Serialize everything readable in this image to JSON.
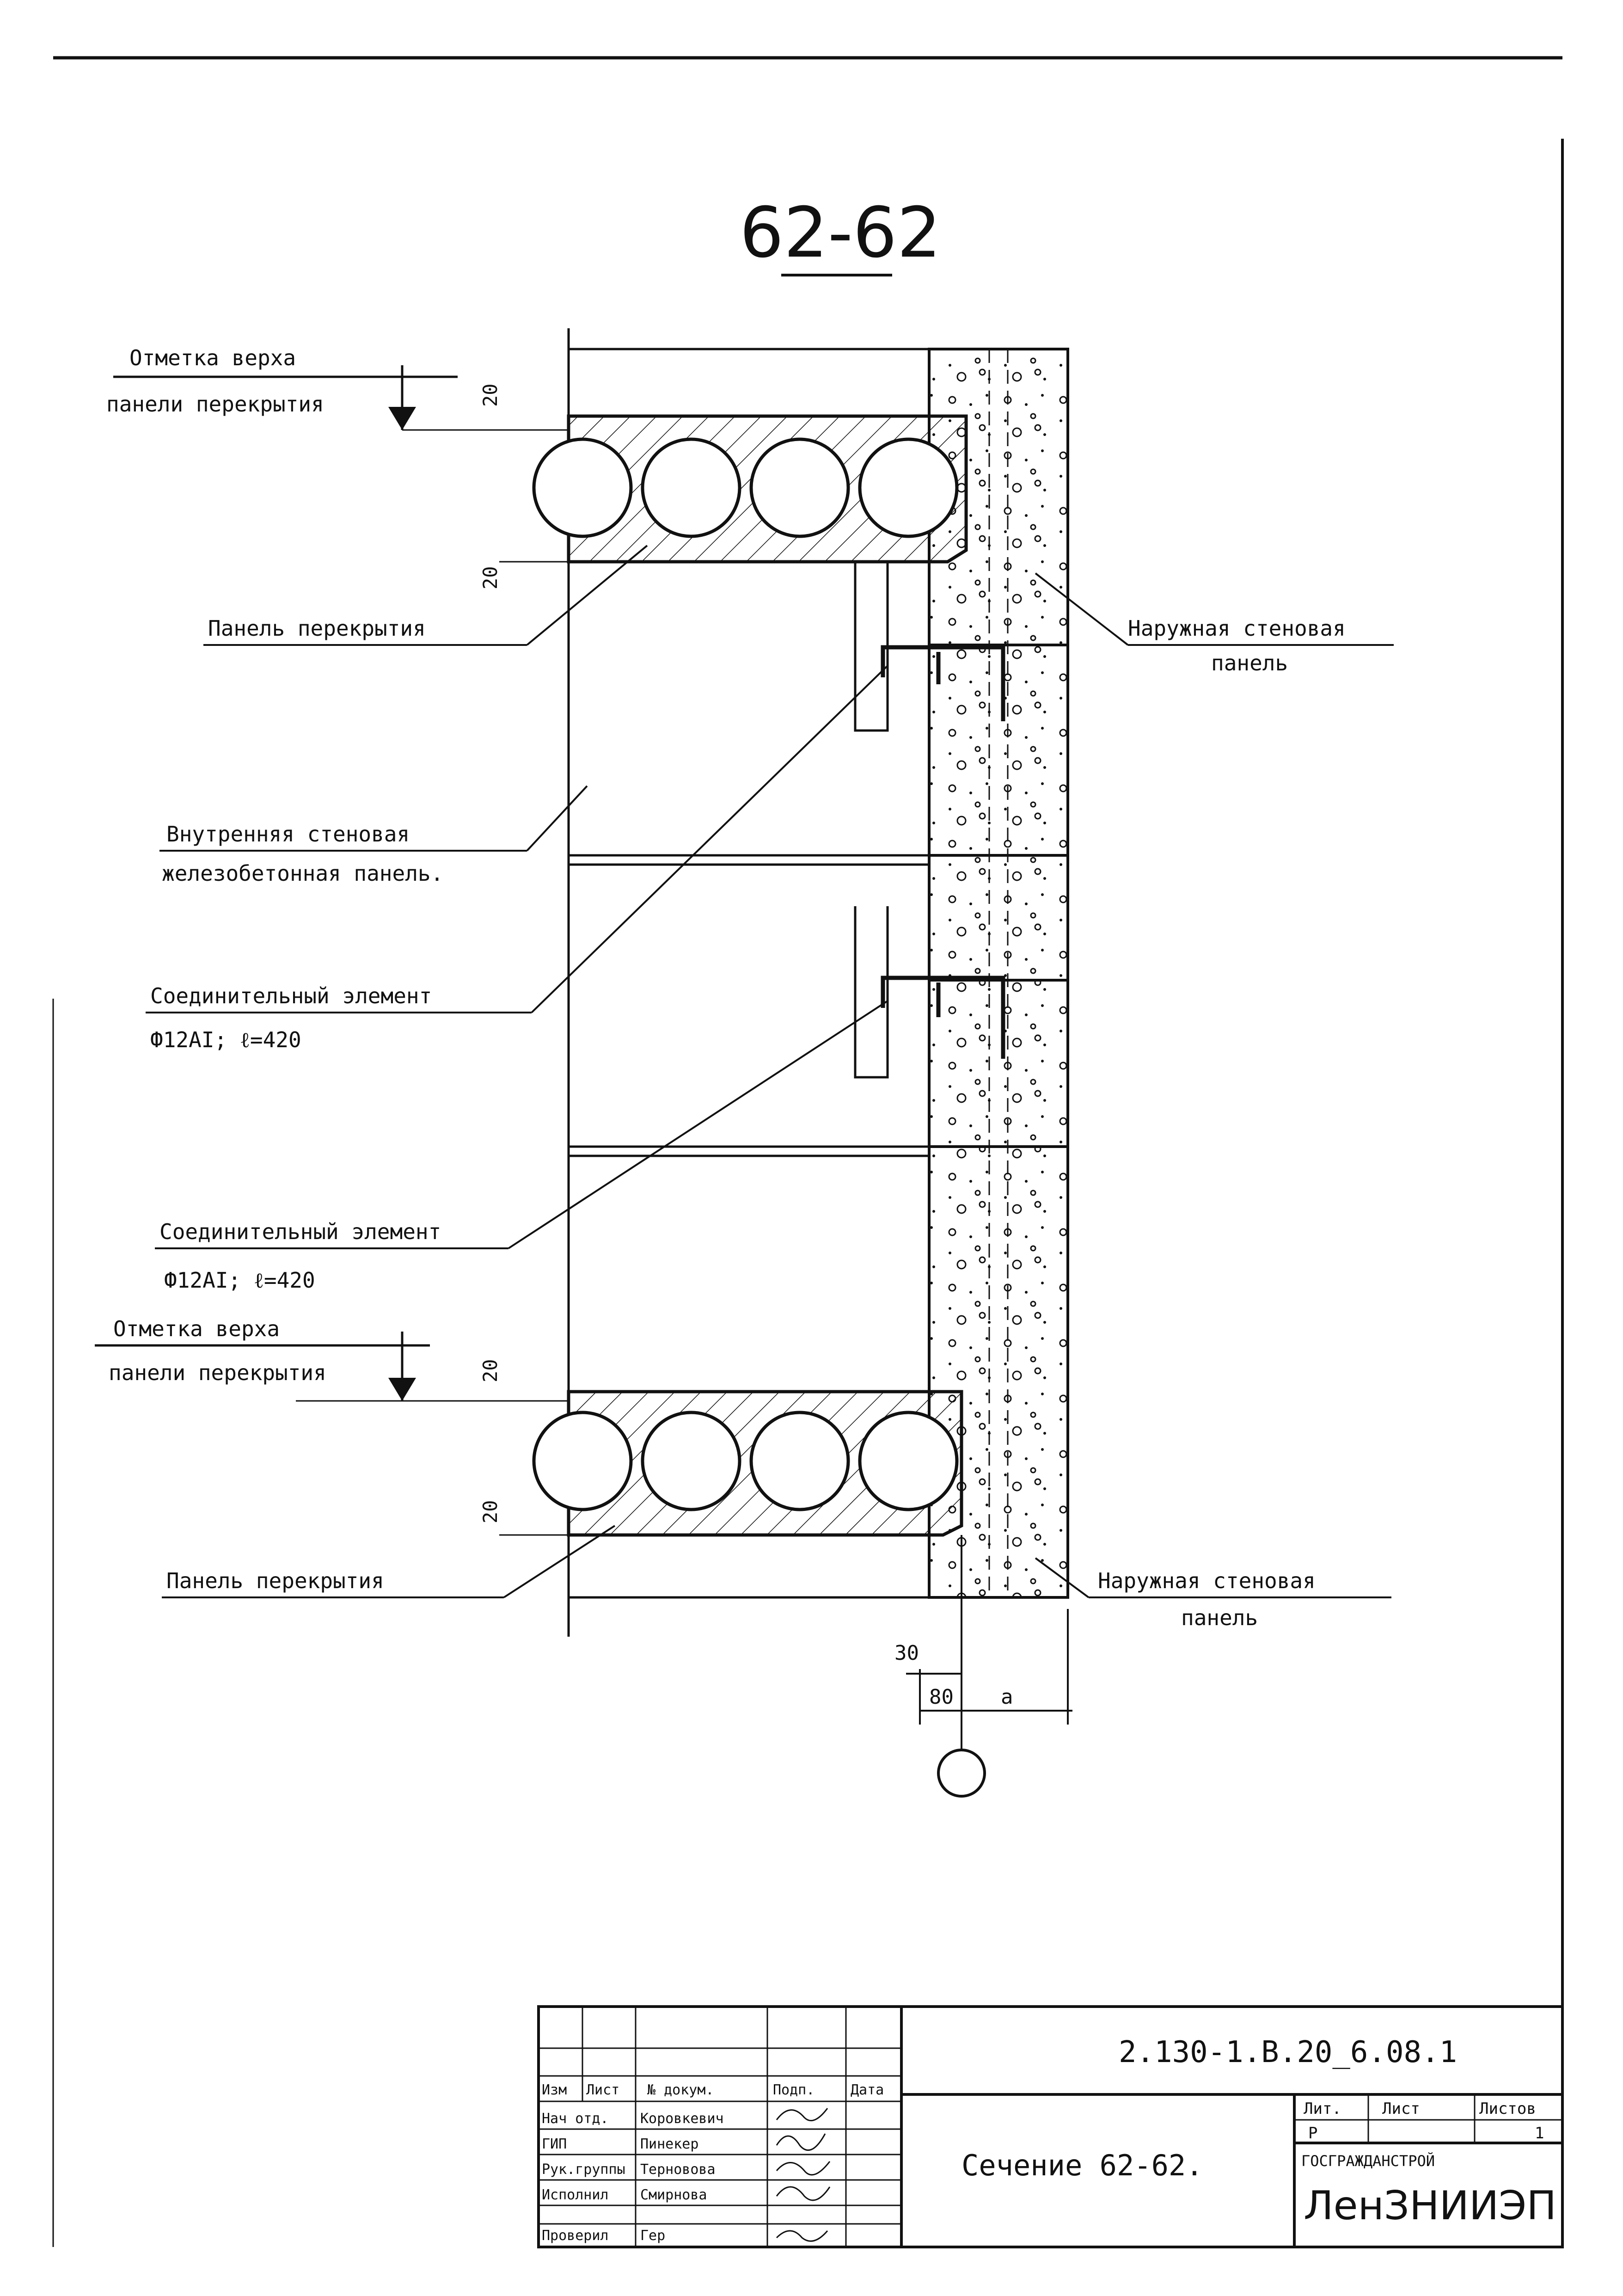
{
  "section_title": "62-62",
  "labels": {
    "top_mark_l1": "Отметка верха",
    "top_mark_l2": "панели перекрытия",
    "floor_panel_top": "Панель перекрытия",
    "outer_wall_top_l1": "Наружная стеновая",
    "outer_wall_top_l2": "панель",
    "inner_wall_l1": "Внутренняя стеновая",
    "inner_wall_l2": "железобетонная панель.",
    "connector1_l1": "Соединительный элемент",
    "connector1_l2": "Ф12АI; ℓ=420",
    "connector2_l1": "Соединительный элемент",
    "connector2_l2": "Ф12АI; ℓ=420",
    "bottom_mark_l1": "Отметка верха",
    "bottom_mark_l2": "панели перекрытия",
    "floor_panel_bottom": "Панель перекрытия",
    "outer_wall_bottom_l1": "Наружная стеновая",
    "outer_wall_bottom_l2": "панель"
  },
  "dimensions": {
    "d20_1": "20",
    "d20_2": "20",
    "d20_3": "20",
    "d20_4": "20",
    "d30": "30",
    "d80": "80",
    "da": "a"
  },
  "title_block": {
    "doc_code": "2.130-1.В.20_6.08.1",
    "sheet_title": "Сечение 62-62.",
    "col_headers": [
      "Изм",
      "Лист",
      "№ докум.",
      "Подп.",
      "Дата"
    ],
    "roles": [
      "Нач отд.",
      "ГИП",
      "Рук.группы",
      "Исполнил",
      "Проверил"
    ],
    "names": [
      "Коровкевич",
      "Пинекер",
      "Терновова",
      "Смирнова",
      "Гер"
    ],
    "stage_label": "Лит.",
    "sheet_label": "Лист",
    "sheets_label": "Листов",
    "stage_value": "Р",
    "sheets_value": "1",
    "org_top": "ГОСГРАЖДАНСТРОЙ",
    "org_main": "ЛенЗНИИЭП"
  },
  "colors": {
    "ink": "#111111",
    "paper": "#ffffff"
  }
}
